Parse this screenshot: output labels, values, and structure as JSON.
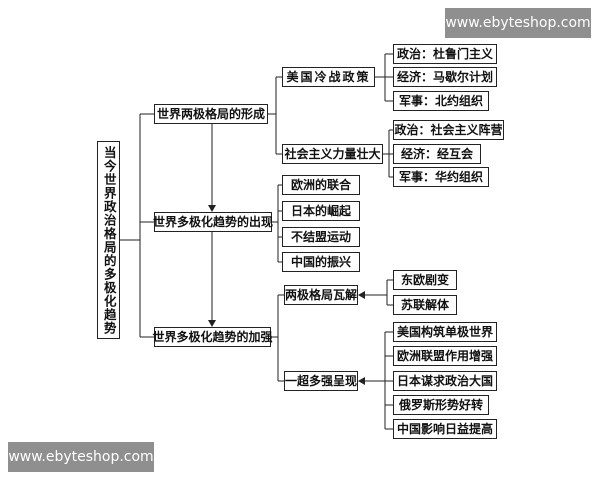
{
  "watermark": {
    "top_text": "www.ebyteshop.com",
    "bottom_text": "www.ebyteshop.com"
  },
  "root": {
    "label": "当今世界政治格局的多极化趋势"
  },
  "level1": [
    {
      "label": "世界两极格局的形成"
    },
    {
      "label": "世界多极化趋势的出现"
    },
    {
      "label": "世界多极化趋势的加强"
    }
  ],
  "level2": {
    "formation": [
      {
        "label": "美国冷战政策"
      },
      {
        "label": "社会主义力量壮大"
      }
    ],
    "emergence": [
      {
        "label": "欧洲的联合"
      },
      {
        "label": "日本的崛起"
      },
      {
        "label": "不结盟运动"
      },
      {
        "label": "中国的振兴"
      }
    ],
    "strengthening": [
      {
        "label": "两极格局瓦解"
      },
      {
        "label": "一超多强呈现"
      }
    ]
  },
  "level3": {
    "us_cold_war": [
      {
        "label": "政治：杜鲁门主义"
      },
      {
        "label": "经济：马歇尔计划"
      },
      {
        "label": "军事：北约组织"
      }
    ],
    "socialist": [
      {
        "label": "政治：社会主义阵营"
      },
      {
        "label": "经济：经互会"
      },
      {
        "label": "军事：华约组织"
      }
    ],
    "bipolar_collapse": [
      {
        "label": "东欧剧变"
      },
      {
        "label": "苏联解体"
      }
    ],
    "one_super": [
      {
        "label": "美国构筑单极世界"
      },
      {
        "label": "欧洲联盟作用增强"
      },
      {
        "label": "日本谋求政治大国"
      },
      {
        "label": "俄罗斯形势好转"
      },
      {
        "label": "中国影响日益提高"
      }
    ]
  }
}
